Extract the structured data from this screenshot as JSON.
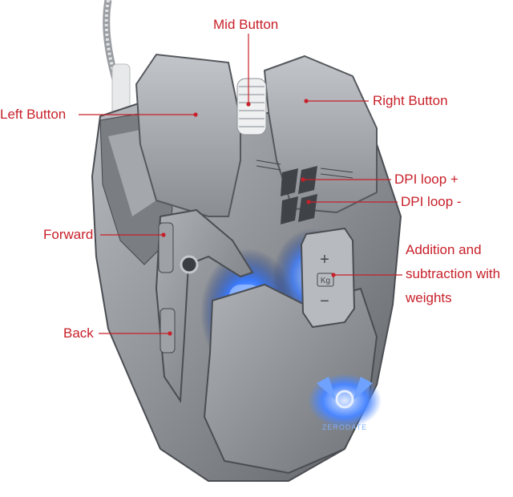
{
  "labels": {
    "mid_button": "Mid Button",
    "left_button": "Left Button",
    "right_button": "Right Button",
    "dpi_plus": "DPI loop +",
    "dpi_minus": "DPI loop -",
    "forward": "Forward",
    "back": "Back",
    "weights": [
      "Addition and",
      "subtraction with",
      "weights"
    ]
  },
  "product": {
    "brand": "ZERODATE",
    "weight_marker": "Kg",
    "plus_symbol": "+",
    "minus_symbol": "−"
  },
  "colors": {
    "label": "#c8202a",
    "body": "#8e9196",
    "body_dark": "#55585d",
    "body_light": "#c9ccd0",
    "glow": "#3a7bff",
    "glow_soft": "#9ec3ff"
  }
}
